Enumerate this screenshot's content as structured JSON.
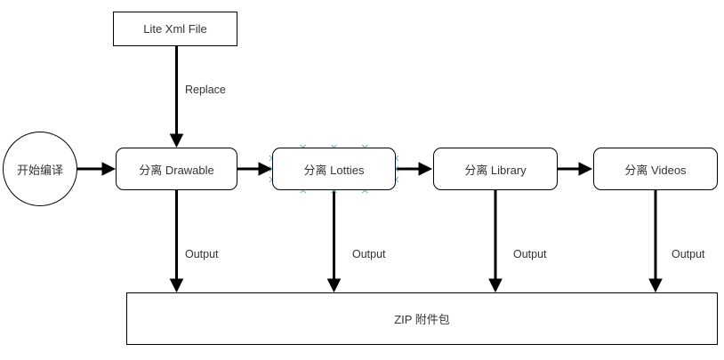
{
  "diagram": {
    "type": "flowchart",
    "nodes": {
      "start": {
        "label": "开始编译",
        "shape": "circle"
      },
      "lite_xml": {
        "label": "Lite Xml File",
        "shape": "rectangle"
      },
      "drawable": {
        "label": "分离 Drawable",
        "shape": "rounded-rectangle"
      },
      "lotties": {
        "label": "分离 Lotties",
        "shape": "rounded-rectangle",
        "state": "connection-points-visible"
      },
      "library": {
        "label": "分离 Library",
        "shape": "rounded-rectangle"
      },
      "videos": {
        "label": "分离 Videos",
        "shape": "rounded-rectangle"
      },
      "zip": {
        "label": "ZIP 附件包",
        "shape": "rectangle"
      }
    },
    "edges": {
      "replace_label": "Replace",
      "output_labels": [
        "Output",
        "Output",
        "Output",
        "Output"
      ]
    },
    "colors": {
      "line": "#000000",
      "connection_point": "#6ab3cf",
      "node_border": "#000000",
      "text": "#333333",
      "background": "#ffffff"
    }
  }
}
